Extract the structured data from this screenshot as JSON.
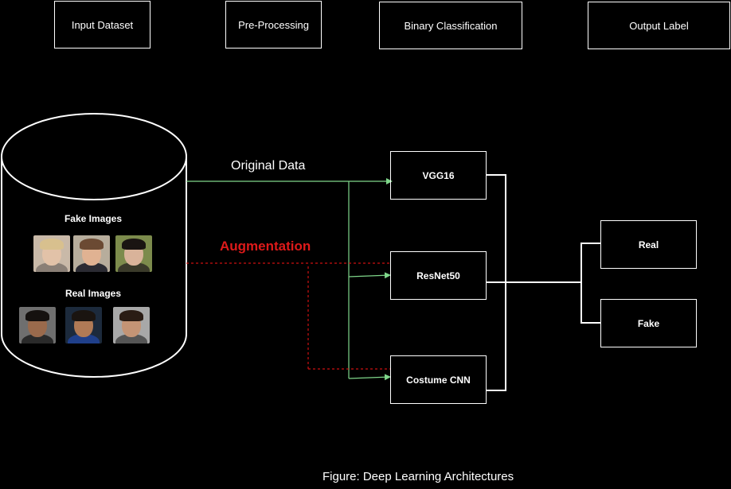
{
  "headers": {
    "input_dataset": "Input Dataset",
    "pre_processing": "Pre-Processing",
    "binary_classification": "Binary Classification",
    "output_label": "Output Label"
  },
  "dataset": {
    "fake_images_label": "Fake Images",
    "real_images_label": "Real Images",
    "fake_faces": [
      {
        "bg": "#c9b9a8",
        "skin": "#e2c2a8",
        "hair": "#d8c08e",
        "body": "#8a7f76"
      },
      {
        "bg": "#b7ad9c",
        "skin": "#e0b292",
        "hair": "#6b4a33",
        "body": "#2b2b33"
      },
      {
        "bg": "#7c8b4c",
        "skin": "#d9b39a",
        "hair": "#1a1412",
        "body": "#3a3a2a"
      }
    ],
    "real_faces": [
      {
        "bg": "#6f6f6f",
        "skin": "#9a6a4c",
        "hair": "#15110f",
        "body": "#2a2a2a"
      },
      {
        "bg": "#1c2a3c",
        "skin": "#b07a56",
        "hair": "#1a1410",
        "body": "#1f3f8a"
      },
      {
        "bg": "#a8a8a8",
        "skin": "#c49475",
        "hair": "#2a1c14",
        "body": "#555555"
      }
    ]
  },
  "flows": {
    "original_data": "Original Data",
    "augmentation": "Augmentation"
  },
  "models": {
    "vgg16": "VGG16",
    "resnet50": "ResNet50",
    "custom_cnn": "Costume CNN"
  },
  "outputs": {
    "real": "Real",
    "fake": "Fake"
  },
  "caption": "Figure: Deep Learning Architectures",
  "colors": {
    "background": "#000000",
    "foreground": "#ffffff",
    "original_line": "#7fd68a",
    "augmentation": "#cc1111"
  }
}
